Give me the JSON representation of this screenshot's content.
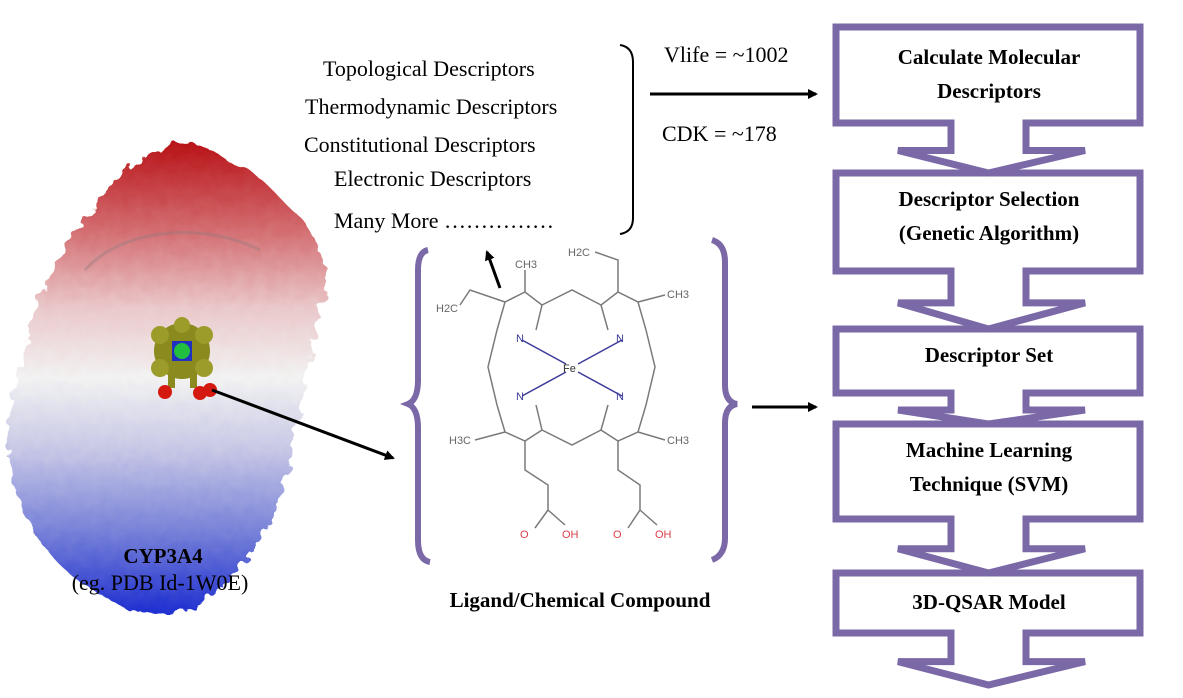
{
  "colors": {
    "flow_purple": "#7b68a6",
    "arrow_black": "#000000",
    "bond_gray": "#777777",
    "nitrogen_blue": "#3b3b9a",
    "oxygen_red": "#d9404a",
    "protein_red": "#c0181c",
    "protein_blue": "#2233cc",
    "ligand_olive": "#8a8a1e"
  },
  "protein": {
    "name": "CYP3A4",
    "subtitle": "(eg. PDB Id-1W0E)"
  },
  "descriptors": {
    "items": [
      "Topological Descriptors",
      "Thermodynamic Descriptors",
      "Constitutional Descriptors",
      "Electronic Descriptors",
      "Many More ……………"
    ],
    "counts": [
      "Vlife = ~1002",
      "CDK = ~178"
    ]
  },
  "ligand": {
    "caption": "Ligand/Chemical Compound",
    "atoms": {
      "fe": "Fe",
      "n": "N",
      "ch3": "CH3",
      "h3c": "H3C",
      "h2c": "H2C",
      "o": "O",
      "oh": "OH"
    }
  },
  "workflow": {
    "steps": [
      {
        "line1": "Calculate Molecular",
        "line2": "Descriptors"
      },
      {
        "line1": "Descriptor Selection",
        "line2": "(Genetic Algorithm)"
      },
      {
        "line1": "Descriptor Set",
        "line2": ""
      },
      {
        "line1": "Machine Learning",
        "line2": "Technique (SVM)"
      },
      {
        "line1": "3D-QSAR Model",
        "line2": ""
      }
    ]
  }
}
